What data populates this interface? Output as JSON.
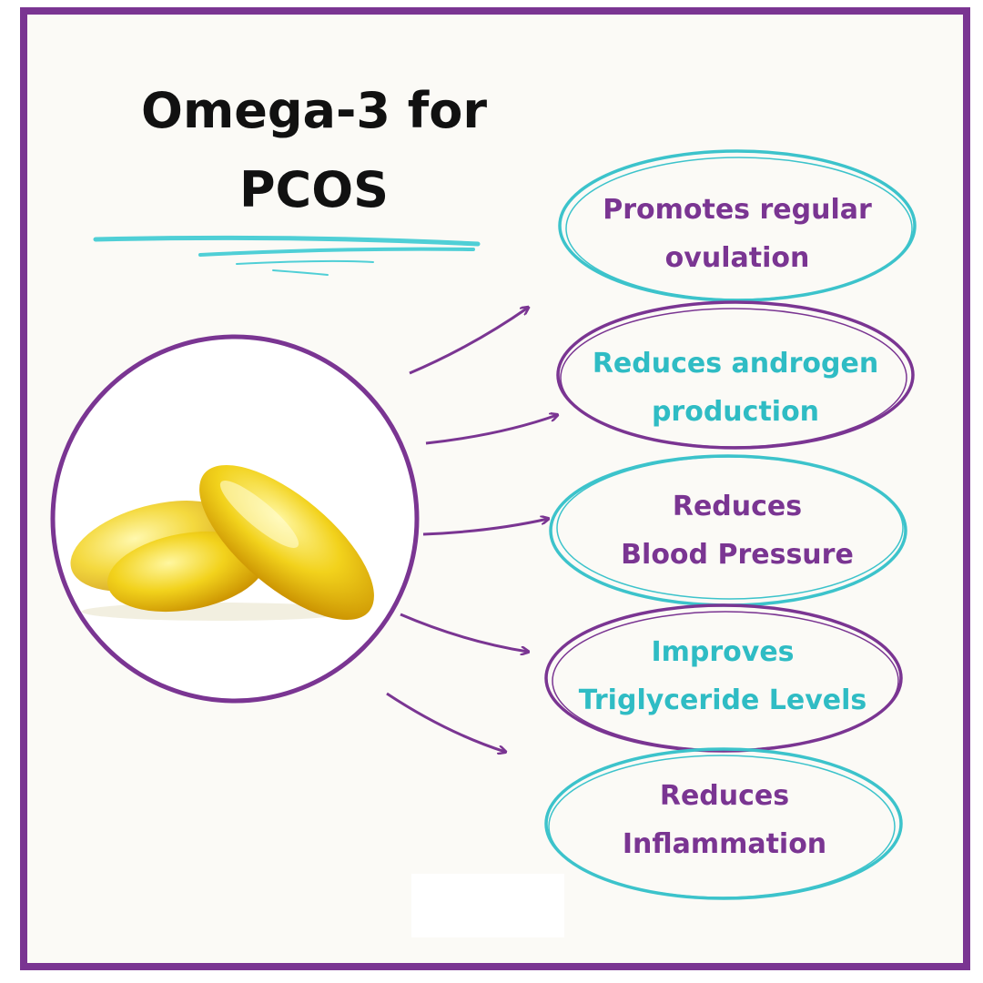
{
  "title": {
    "line1": "Omega-3 for",
    "line2": "PCOS"
  },
  "colors": {
    "purple": "#7a3592",
    "teal": "#3cc3cb",
    "background": "#fbfaf6"
  },
  "image": {
    "icon": "fish-oil-capsules-icon"
  },
  "benefits": [
    {
      "line1": "Promotes regular",
      "line2": "ovulation",
      "text_color": "purple",
      "ring_color": "teal"
    },
    {
      "line1": "Reduces androgen",
      "line2": "production",
      "text_color": "teal",
      "ring_color": "purple"
    },
    {
      "line1": "Reduces",
      "line2": "Blood Pressure",
      "text_color": "purple",
      "ring_color": "teal"
    },
    {
      "line1": "Improves",
      "line2": "Triglyceride Levels",
      "text_color": "teal",
      "ring_color": "purple"
    },
    {
      "line1": "Reduces",
      "line2": "Inflammation",
      "text_color": "purple",
      "ring_color": "teal"
    }
  ]
}
